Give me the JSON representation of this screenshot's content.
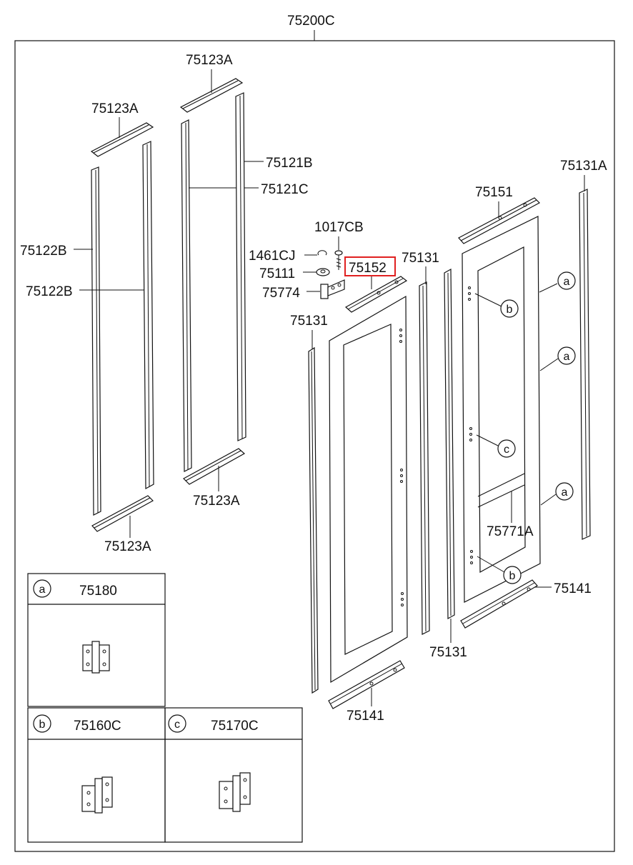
{
  "assembly_code": "75200C",
  "highlight_color": "#e02020",
  "parts": {
    "p75123A_top": "75123A",
    "p75123A_left_top": "75123A",
    "p75121B": "75121B",
    "p75121C": "75121C",
    "p75122B_outer": "75122B",
    "p75122B_inner": "75122B",
    "p75123A_bottom_right": "75123A",
    "p75123A_bottom_left": "75123A",
    "p75131A": "75131A",
    "p75151": "75151",
    "p1017CB": "1017CB",
    "p1461CJ": "1461CJ",
    "p75111": "75111",
    "p75774": "75774",
    "p75152": "75152",
    "p75131_mid": "75131",
    "p75131_left": "75131",
    "p75771A": "75771A",
    "p75141_right": "75141",
    "p75131_lower": "75131",
    "p75141_bottom": "75141"
  },
  "callouts": {
    "a": "a",
    "b": "b",
    "c": "c"
  },
  "legend": [
    {
      "key": "a",
      "code": "75180"
    },
    {
      "key": "b",
      "code": "75160C"
    },
    {
      "key": "c",
      "code": "75170C"
    }
  ]
}
